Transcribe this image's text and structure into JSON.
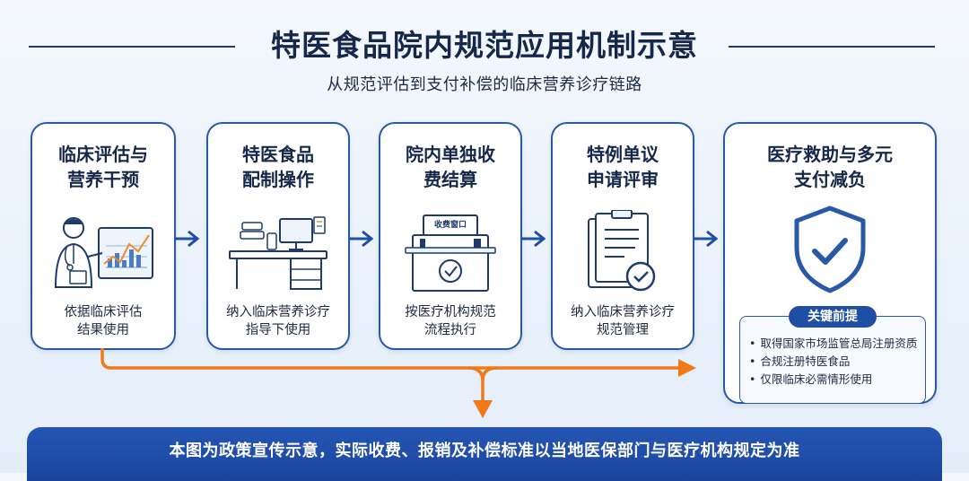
{
  "header": {
    "title": "特医食品院内规范应用机制示意",
    "subtitle": "从规范评估到支付补偿的临床营养诊疗链路"
  },
  "steps": [
    {
      "title_line1": "临床评估与",
      "title_line2": "营养干预",
      "icon": "doctor-chart-icon",
      "desc_line1": "依据临床评估",
      "desc_line2": "结果使用"
    },
    {
      "title_line1": "特医食品",
      "title_line2": "配制操作",
      "icon": "preparation-desk-icon",
      "desc_line1": "纳入临床营养诊疗",
      "desc_line2": "指导下使用"
    },
    {
      "title_line1": "院内单独收",
      "title_line2": "费结算",
      "icon": "cashier-counter-icon",
      "sign_text": "收费窗口",
      "desc_line1": "按医疗机构规范",
      "desc_line2": "流程执行"
    },
    {
      "title_line1": "特例单议",
      "title_line2": "申请评审",
      "icon": "document-check-icon",
      "desc_line1": "纳入临床营养诊疗",
      "desc_line2": "规范管理"
    },
    {
      "title_line1": "医疗救助与多元",
      "title_line2": "支付减负",
      "icon": "shield-check-icon"
    }
  ],
  "premise": {
    "label": "关键前提",
    "items": [
      "取得国家市场监管总局注册资质",
      "合规注册特医食品",
      "仅限临床必需情形使用"
    ]
  },
  "footer": {
    "note": "本图为政策宣传示意，实际收费、报销及补偿标准以当地医保部门与医疗机构规定为准"
  },
  "colors": {
    "primary": "#2a58a8",
    "dark_navy": "#16284a",
    "arrow_orange": "#f07a1a",
    "banner_blue": "#1f4fa5",
    "chart_orange": "#f08a2a"
  }
}
